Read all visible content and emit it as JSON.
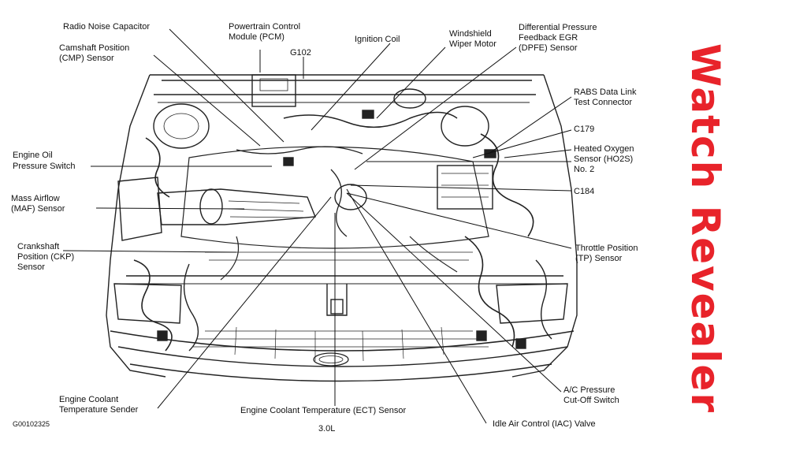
{
  "labels": {
    "radio_noise_capacitor": "Radio Noise Capacitor",
    "camshaft_line1": "Camshaft Position",
    "camshaft_line2": "(CMP) Sensor",
    "pcm_line1": "Powertrain Control",
    "pcm_line2": "Module (PCM)",
    "g102": "G102",
    "ignition_coil": "Ignition Coil",
    "wiper_line1": "Windshield",
    "wiper_line2": "Wiper Motor",
    "dpfe_line1": "Differential Pressure",
    "dpfe_line2": "Feedback EGR",
    "dpfe_line3": "(DPFE) Sensor",
    "rabs_line1": "RABS Data Link",
    "rabs_line2": "Test Connector",
    "c179": "C179",
    "ho2s_line1": "Heated Oxygen",
    "ho2s_line2": "Sensor (HO2S)",
    "ho2s_line3": "No. 2",
    "c184": "C184",
    "oil_line1": "Engine Oil",
    "oil_line2": "Pressure Switch",
    "maf_line1": "Mass Airflow",
    "maf_line2": "(MAF) Sensor",
    "ckp_line1": "Crankshaft",
    "ckp_line2": "Position (CKP)",
    "ckp_line3": "Sensor",
    "tp_line1": "Throttle Position",
    "tp_line2": "(TP) Sensor",
    "ac_line1": "A/C Pressure",
    "ac_line2": "Cut-Off Switch",
    "ect_sender_line1": "Engine Coolant",
    "ect_sender_line2": "Temperature Sender",
    "ect_sensor": "Engine Coolant Temperature (ECT) Sensor",
    "iac_valve": "Idle Air Control (IAC) Valve",
    "engine_size": "3.0L",
    "figure_code": "G00102325"
  },
  "watermark": {
    "text": "Watch Revealer",
    "color": "#e8232a"
  }
}
